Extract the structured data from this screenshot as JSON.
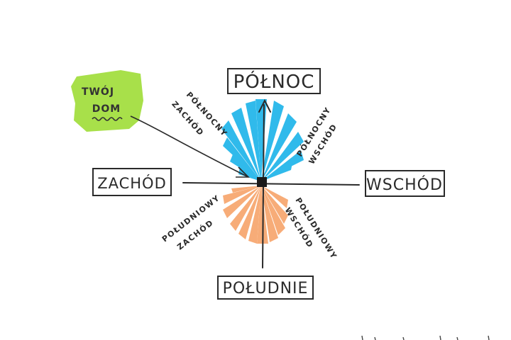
{
  "directions": {
    "north": "PÓŁNOC",
    "south": "POŁUDNIE",
    "east": "WSCHÓD",
    "west": "ZACHÓD"
  },
  "diagonals": {
    "northwest": [
      "PÓŁNOCNY",
      "ZACHÓD"
    ],
    "northeast": [
      "PÓŁNOCNY",
      "WSCHÓD"
    ],
    "southwest": [
      "POŁUDNIOWY",
      "ZACHÓD"
    ],
    "southeast": [
      "POŁUDNIOWY",
      "WSCHÓD"
    ]
  },
  "sticky_note": {
    "line1": "TWÓJ",
    "line2": "DOM"
  },
  "colors": {
    "north_fan": "#1fb5ea",
    "south_fan": "#f7a46a",
    "note": "#a8e04a",
    "ink": "#2a2a2a"
  }
}
